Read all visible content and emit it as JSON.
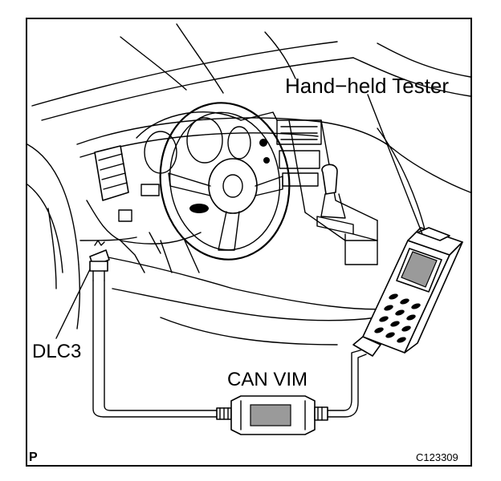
{
  "labels": {
    "hand_held_tester": "Hand−held Tester",
    "dlc3": "DLC3",
    "can_vim": "CAN VIM",
    "corner_mark": "P",
    "figure_code": "C123309"
  }
}
